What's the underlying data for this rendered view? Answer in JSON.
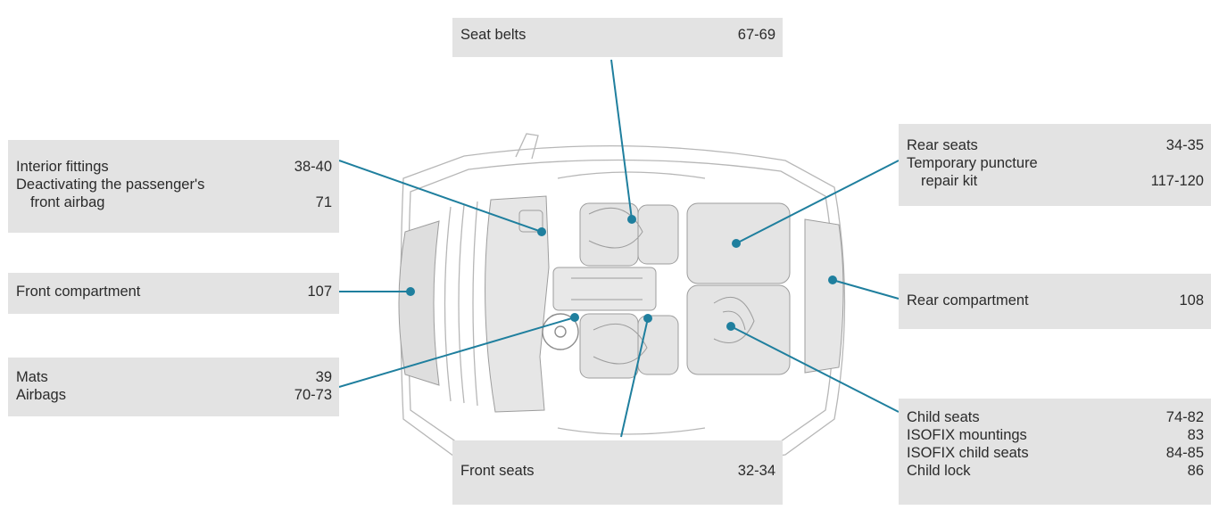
{
  "callouts": {
    "seat_belts": [
      {
        "label": "Seat belts",
        "page": "67-69"
      }
    ],
    "interior": [
      {
        "label": "Interior fittings",
        "page": "38-40"
      },
      {
        "label": "Deactivating the passenger's",
        "page": ""
      },
      {
        "label": "front airbag",
        "page": "71"
      }
    ],
    "rear_seats": [
      {
        "label": "Rear seats",
        "page": "34-35"
      },
      {
        "label": "Temporary puncture",
        "page": ""
      },
      {
        "label": "repair kit",
        "page": "117-120"
      }
    ],
    "front_compartment": [
      {
        "label": "Front compartment",
        "page": "107"
      }
    ],
    "rear_compartment": [
      {
        "label": "Rear compartment",
        "page": "108"
      }
    ],
    "mats_airbags": [
      {
        "label": "Mats",
        "page": "39"
      },
      {
        "label": "Airbags",
        "page": "70-73"
      }
    ],
    "child": [
      {
        "label": "Child seats",
        "page": "74-82"
      },
      {
        "label": "ISOFIX mountings",
        "page": "83"
      },
      {
        "label": "ISOFIX child seats",
        "page": "84-85"
      },
      {
        "label": "Child lock",
        "page": "86"
      }
    ],
    "front_seats": [
      {
        "label": "Front seats",
        "page": "32-34"
      }
    ]
  },
  "colors": {
    "leader": "#1f7f9e",
    "box_bg": "#e3e3e3",
    "car_outline": "#b7b7b7",
    "car_fill": "#dedede"
  }
}
